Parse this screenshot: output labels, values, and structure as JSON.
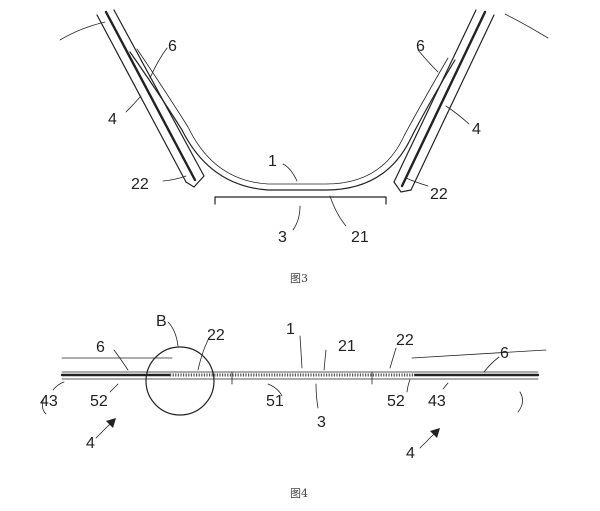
{
  "figure3": {
    "caption": "图3",
    "labels": {
      "six_left": "6",
      "six_right": "6",
      "four_left": "4",
      "four_right": "4",
      "twentytwo_left": "22",
      "twentytwo_right": "22",
      "one": "1",
      "three": "3",
      "twentyone": "21"
    }
  },
  "figure4": {
    "caption": "图4",
    "labels": {
      "b": "B",
      "twentytwo_a": "22",
      "one": "1",
      "twentyone": "21",
      "twentytwo_b": "22",
      "six_left": "6",
      "six_right": "6",
      "fortythree_left": "43",
      "fiftytwo_left": "52",
      "fiftyone": "51",
      "fiftytwo_right": "52",
      "fortythree_right": "43",
      "three": "3",
      "four_left": "4",
      "four_right": "4"
    }
  }
}
